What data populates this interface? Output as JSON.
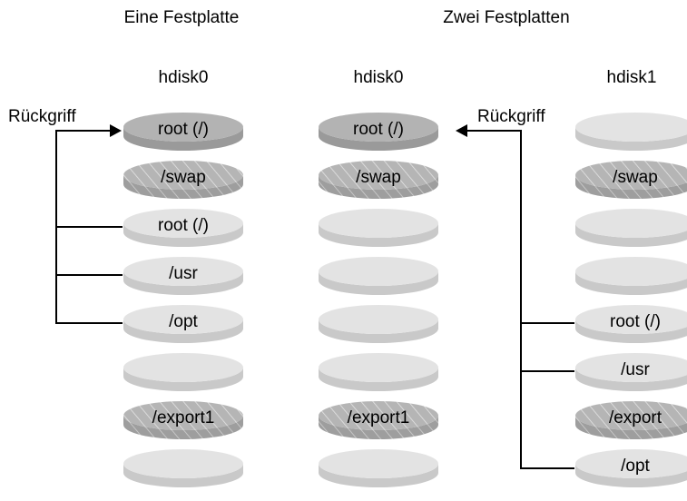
{
  "headings": {
    "one_disk": "Eine Festplatte",
    "two_disks": "Zwei Festplatten"
  },
  "disks": {
    "one_hdisk0": {
      "label": "hdisk0",
      "slices": [
        {
          "label": "root (/)",
          "style": "dark"
        },
        {
          "label": "/swap",
          "style": "hatched"
        },
        {
          "label": "root (/)",
          "style": "light"
        },
        {
          "label": "/usr",
          "style": "light"
        },
        {
          "label": "/opt",
          "style": "light"
        },
        {
          "label": "",
          "style": "light"
        },
        {
          "label": "/export1",
          "style": "hatched"
        },
        {
          "label": "",
          "style": "light"
        }
      ]
    },
    "two_hdisk0": {
      "label": "hdisk0",
      "slices": [
        {
          "label": "root (/)",
          "style": "dark"
        },
        {
          "label": "/swap",
          "style": "hatched"
        },
        {
          "label": "",
          "style": "light"
        },
        {
          "label": "",
          "style": "light"
        },
        {
          "label": "",
          "style": "light"
        },
        {
          "label": "",
          "style": "light"
        },
        {
          "label": "/export1",
          "style": "hatched"
        },
        {
          "label": "",
          "style": "light"
        }
      ]
    },
    "two_hdisk1": {
      "label": "hdisk1",
      "slices": [
        {
          "label": "",
          "style": "light"
        },
        {
          "label": "/swap",
          "style": "hatched"
        },
        {
          "label": "",
          "style": "light"
        },
        {
          "label": "",
          "style": "light"
        },
        {
          "label": "root (/)",
          "style": "light"
        },
        {
          "label": "/usr",
          "style": "light"
        },
        {
          "label": "/export",
          "style": "hatched"
        },
        {
          "label": "/opt",
          "style": "light"
        }
      ]
    }
  },
  "fallback": {
    "one": "Rückgriff",
    "two": "Rückgriff"
  },
  "colors": {
    "light_top": "#e3e3e3",
    "light_side": "#c9c9c9",
    "dark_top": "#b3b3b3",
    "dark_side": "#9a9a9a",
    "hatch_top": "#b5b5b5",
    "hatch_side": "#9e9e9e",
    "hatch_line": "#e4e4e4"
  }
}
